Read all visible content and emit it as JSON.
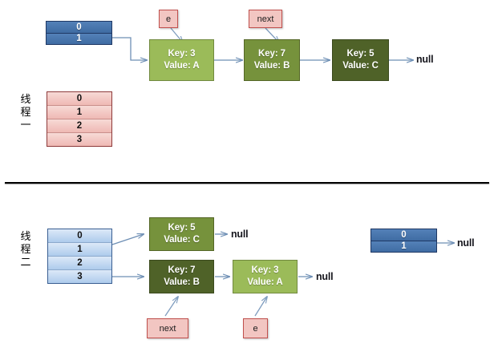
{
  "diagram": {
    "title": "HashMap concurrent resize linked-list diagram",
    "colors": {
      "node_light": "#9BBB59",
      "node_mid": "#76923C",
      "node_dark": "#4F6228",
      "pointer_fill": "#F2C6C2",
      "pointer_border": "#C0504D",
      "table_blue": "#4472A8",
      "table_pink": "#EFB9B4",
      "table_ltblue": "#AECBEC",
      "connector": "#6E8FB5",
      "divider": "#000000"
    }
  },
  "top_section": {
    "label": "线程一",
    "label_chars": [
      "线",
      "程",
      "一"
    ],
    "bucket_table": {
      "name": "bucket-array-top",
      "rows": [
        "0",
        "1"
      ]
    },
    "thread_table": {
      "name": "thread-one-table",
      "rows": [
        "0",
        "1",
        "2",
        "3"
      ]
    },
    "pointers": [
      {
        "name": "pointer-e-top",
        "label": "e"
      },
      {
        "name": "pointer-next-top",
        "label": "next"
      }
    ],
    "nodes": [
      {
        "name": "node-key-3",
        "key": "Key: 3",
        "value": "Value: A",
        "shade": "light"
      },
      {
        "name": "node-key-7",
        "key": "Key: 7",
        "value": "Value: B",
        "shade": "mid"
      },
      {
        "name": "node-key-5",
        "key": "Key: 5",
        "value": "Value: C",
        "shade": "dark"
      }
    ],
    "terminator": "null"
  },
  "bottom_section": {
    "label": "线程二",
    "label_chars": [
      "线",
      "程",
      "二"
    ],
    "thread_table": {
      "name": "thread-two-table",
      "rows": [
        "0",
        "1",
        "2",
        "3"
      ]
    },
    "bucket_table": {
      "name": "bucket-array-bottom",
      "rows": [
        "0",
        "1"
      ]
    },
    "pointers": [
      {
        "name": "pointer-next-bottom",
        "label": "next"
      },
      {
        "name": "pointer-e-bottom",
        "label": "e"
      }
    ],
    "chain_a": {
      "nodes": [
        {
          "name": "node-key-5-bottom",
          "key": "Key: 5",
          "value": "Value: C",
          "shade": "mid"
        }
      ],
      "terminator": "null"
    },
    "chain_b": {
      "nodes": [
        {
          "name": "node-key-7-bottom",
          "key": "Key: 7",
          "value": "Value: B",
          "shade": "dark"
        },
        {
          "name": "node-key-3-bottom",
          "key": "Key: 3",
          "value": "Value: A",
          "shade": "light"
        }
      ],
      "terminator": "null"
    },
    "bucket_terminator": "null"
  }
}
